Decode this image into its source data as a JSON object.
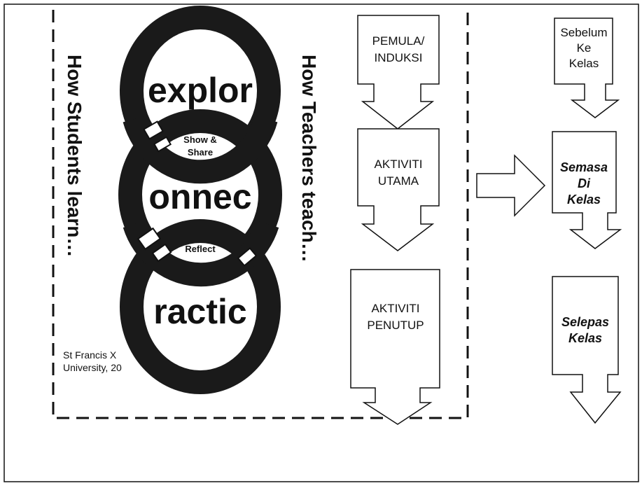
{
  "left_panel": {
    "vertical_left": "How Students learn…",
    "vertical_right": "How Teachers teach…",
    "rings": {
      "top_word": "explor",
      "middle_word": "onnec",
      "bottom_word": "ractic",
      "link_1": "Show &",
      "link_1b": "Share",
      "link_2": "Reflect"
    },
    "credit_line_1": "St Francis X",
    "credit_line_2": "University, 20"
  },
  "middle_column": {
    "box_1_line_1": "PEMULA/",
    "box_1_line_2": "INDUKSI",
    "box_2_line_1": "AKTIVITI",
    "box_2_line_2": "UTAMA",
    "box_3_line_1": "AKTIVITI",
    "box_3_line_2": "PENUTUP"
  },
  "right_column": {
    "box_1_line_1": "Sebelum",
    "box_1_line_2": "Ke",
    "box_1_line_3": "Kelas",
    "box_2_line_1": "Semasa",
    "box_2_line_2": "Di",
    "box_2_line_3": "Kelas",
    "box_3_line_1": "Selepas",
    "box_3_line_2": "Kelas"
  },
  "colors": {
    "ink": "#111111",
    "ring": "#1a1a1a",
    "paper": "#ffffff"
  }
}
